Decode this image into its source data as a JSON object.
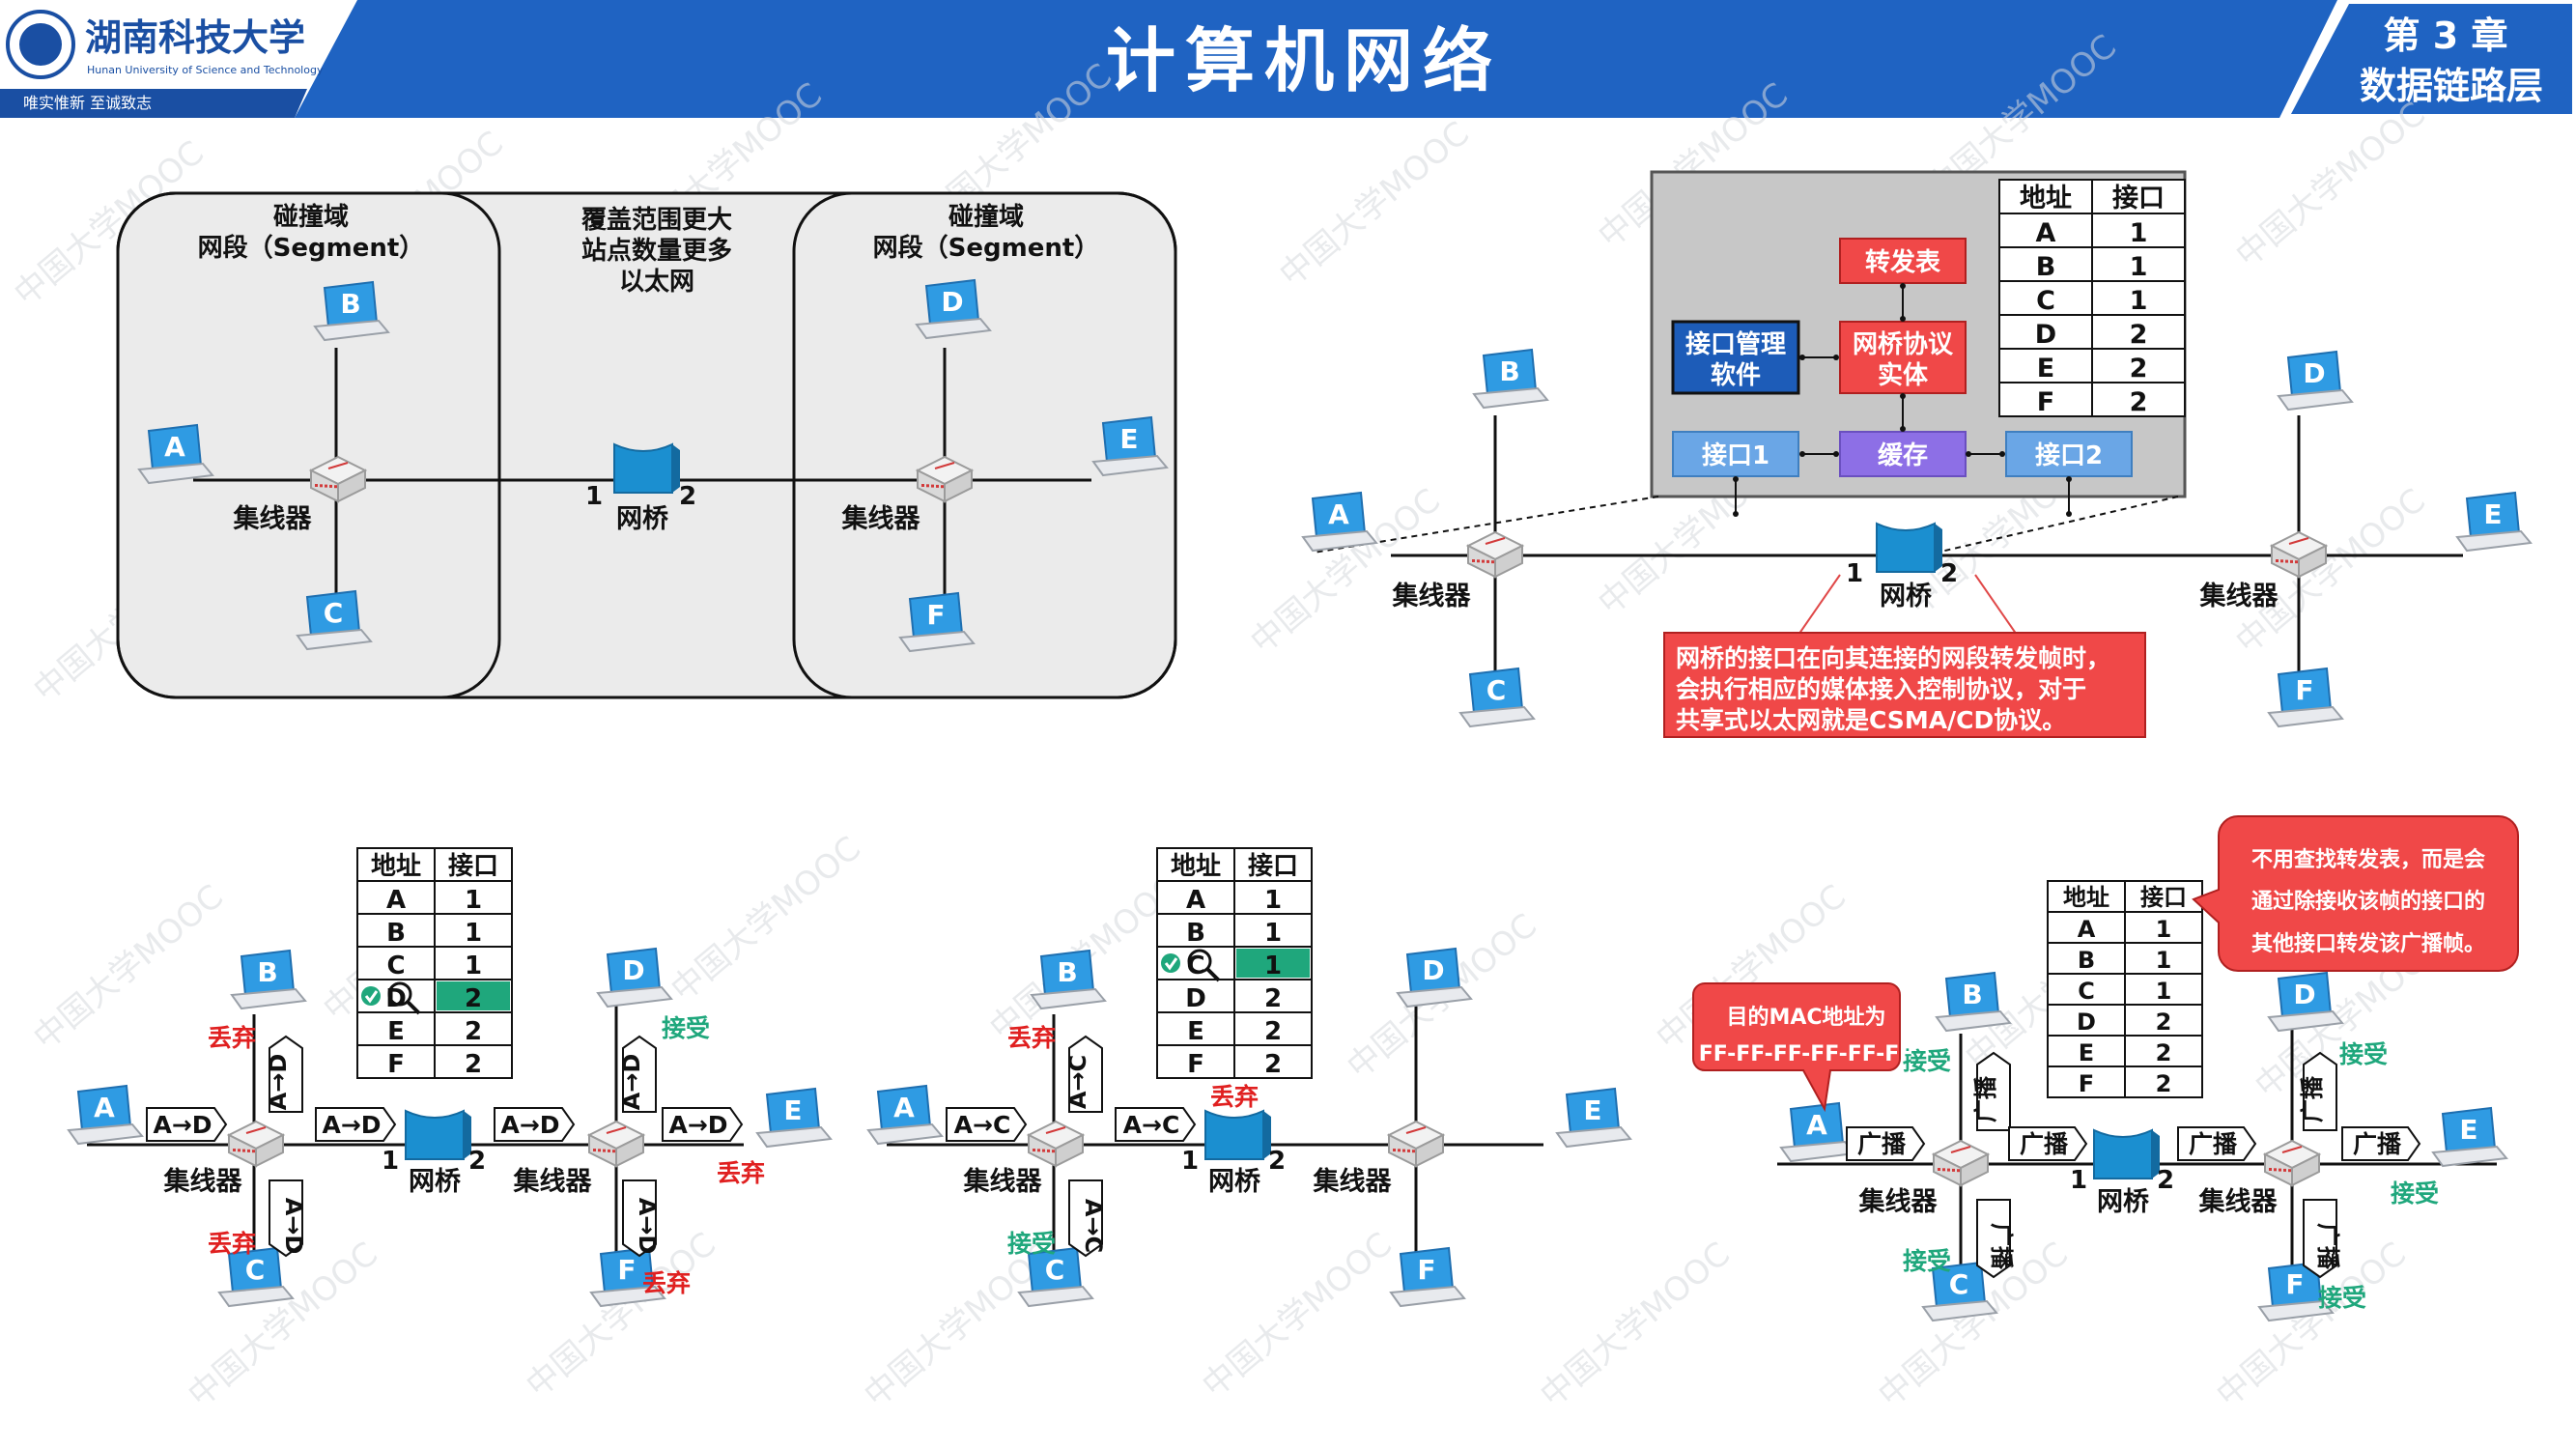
{
  "header": {
    "logo_text": "湖南科技大学",
    "logo_en": "Hunan University of Science and Technology",
    "motto": "唯实惟新    至诚致志",
    "course_title": "计算机网络",
    "chapter": "第 3 章",
    "chapter_name": "数据链路层"
  },
  "watermark": "中国大学MOOC",
  "colors": {
    "header_blue": "#1f63c2",
    "ethernet_box": "#ebebeb",
    "bridge": "#1b8fd0",
    "red_box": "#f04848",
    "accept": "#1fa77c",
    "discard": "#e02020",
    "port_blue": "#6aa6e6",
    "cache_purple": "#8d6fe6",
    "mgmt_blue": "#1d5cb8"
  },
  "labels": {
    "hub": "集线器",
    "bridge": "网桥",
    "port1": "1",
    "port2": "2",
    "accept": "接受",
    "discard": "丢弃",
    "broadcast": "广播"
  },
  "panel1": {
    "left_domain": "碰撞域",
    "left_segment": "网段（Segment）",
    "right_domain": "碰撞域",
    "right_segment": "网段（Segment）",
    "middle_1": "覆盖范围更大",
    "middle_2": "站点数量更多",
    "middle_3": "以太网"
  },
  "panel2": {
    "forward_table": "转发表",
    "mgmt_1": "接口管理",
    "mgmt_2": "软件",
    "proto_1": "网桥协议",
    "proto_2": "实体",
    "port_if1": "接口1",
    "cache": "缓存",
    "port_if2": "接口2",
    "note_1": "网桥的接口在向其连接的网段转发帧时，",
    "note_2": "会执行相应的媒体接入控制协议，对于",
    "note_3": "共享式以太网就是CSMA/CD协议。"
  },
  "table": {
    "headers": [
      "地址",
      "接口"
    ],
    "rows": [
      [
        "A",
        "1"
      ],
      [
        "B",
        "1"
      ],
      [
        "C",
        "1"
      ],
      [
        "D",
        "2"
      ],
      [
        "E",
        "2"
      ],
      [
        "F",
        "2"
      ]
    ]
  },
  "panel3": {
    "frame": "A→D"
  },
  "panel4": {
    "frame": "A→C"
  },
  "panel5": {
    "callout_left_1": "目的MAC地址为",
    "callout_left_2": "FF-FF-FF-FF-FF-FF",
    "callout_right_1": "不用查找转发表，而是会",
    "callout_right_2": "通过除接收该帧的接口的",
    "callout_right_3": "其他接口转发该广播帧。"
  }
}
